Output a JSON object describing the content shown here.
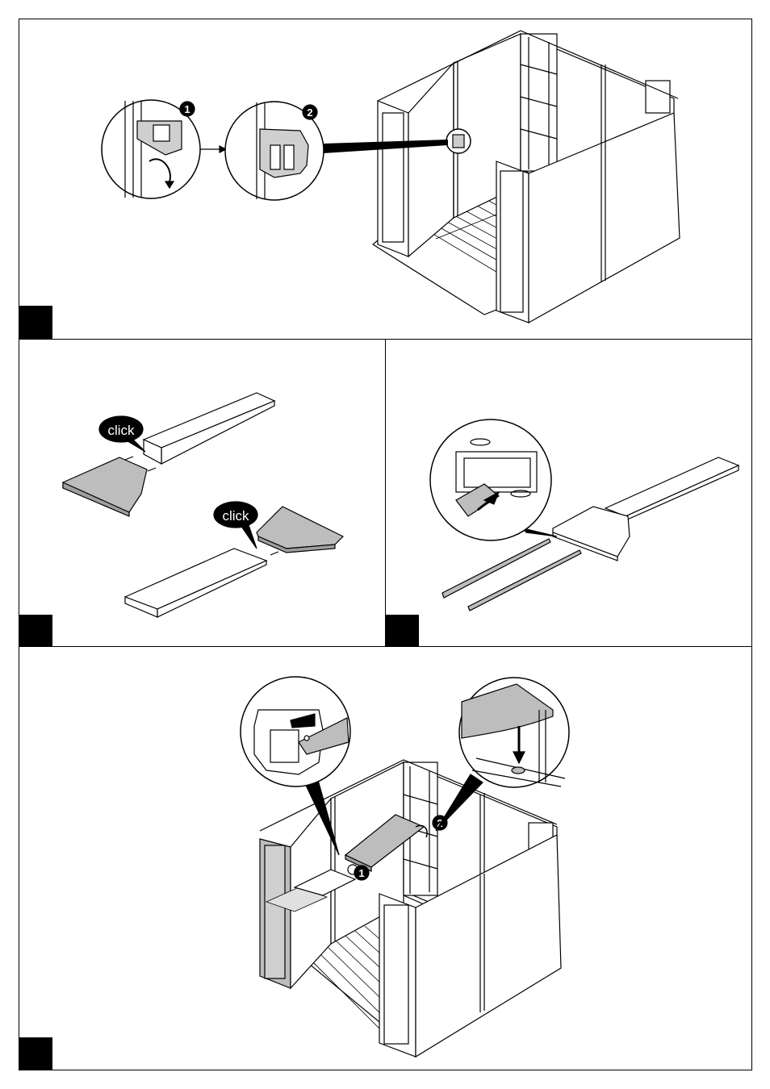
{
  "steps": [
    {
      "id": "step-1",
      "callouts": [
        "1",
        "2"
      ]
    },
    {
      "id": "step-2",
      "labels": [
        "click",
        "click"
      ]
    },
    {
      "id": "step-3"
    },
    {
      "id": "step-4",
      "callouts": [
        "1",
        "2"
      ]
    }
  ],
  "colors": {
    "line": "#000000",
    "shelf_fill": "#bdbdbd",
    "paper": "#ffffff"
  },
  "icons": [
    "rotate-arrow-icon",
    "push-arrow-icon",
    "down-arrow-icon",
    "insert-arrow-icon"
  ]
}
